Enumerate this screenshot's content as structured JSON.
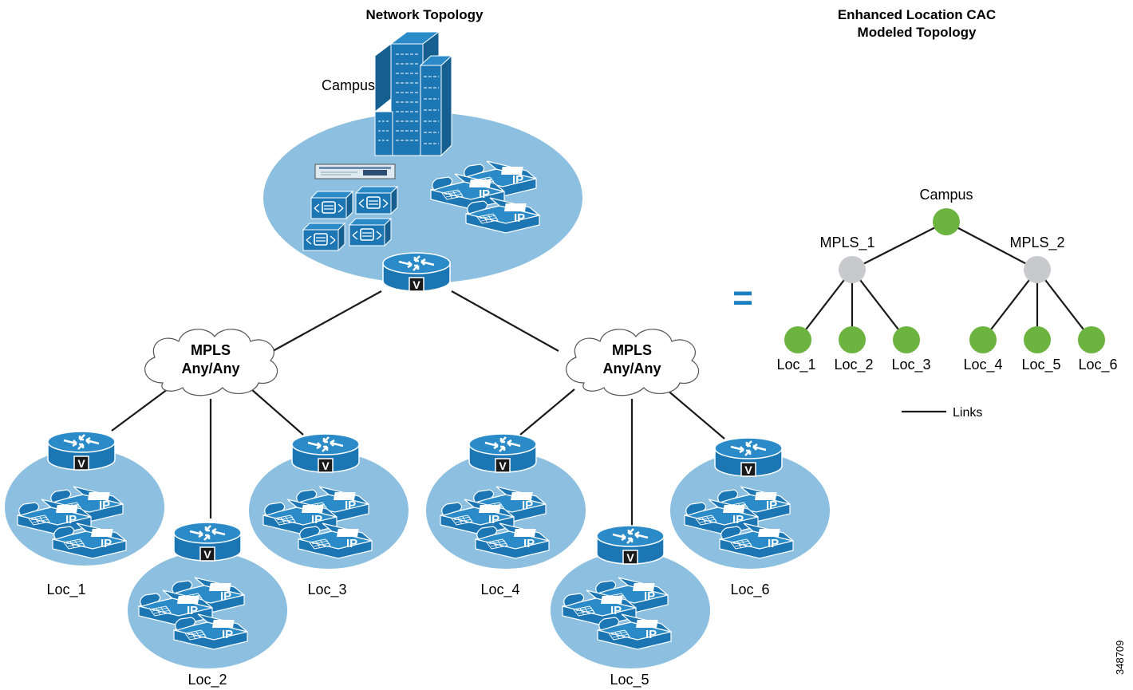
{
  "titles": {
    "network": "Network Topology",
    "cac_line1": "Enhanced Location CAC",
    "cac_line2": "Modeled Topology"
  },
  "left": {
    "campus": "Campus",
    "clouds": [
      {
        "line1": "MPLS",
        "line2": "Any/Any"
      },
      {
        "line1": "MPLS",
        "line2": "Any/Any"
      }
    ],
    "sites": [
      "Loc_1",
      "Loc_2",
      "Loc_3",
      "Loc_4",
      "Loc_5",
      "Loc_6"
    ],
    "ip_badge": "IP",
    "voice_badge": "V"
  },
  "equals": "=",
  "model": {
    "root": "Campus",
    "transit": [
      "MPLS_1",
      "MPLS_2"
    ],
    "leaves": [
      "Loc_1",
      "Loc_2",
      "Loc_3",
      "Loc_4",
      "Loc_5",
      "Loc_6"
    ],
    "legend_links": "Links"
  },
  "figure_id": "348709",
  "colors": {
    "site_fill": "#8cbfe0",
    "device_blue": "#1b76b3",
    "node_green": "#6db33f",
    "node_gray": "#c7c9cc",
    "equals_blue": "#1a7fbf"
  },
  "icons": [
    "building-icon",
    "router-icon",
    "ip-phone-icon",
    "media-server-icon",
    "cloud-icon"
  ]
}
